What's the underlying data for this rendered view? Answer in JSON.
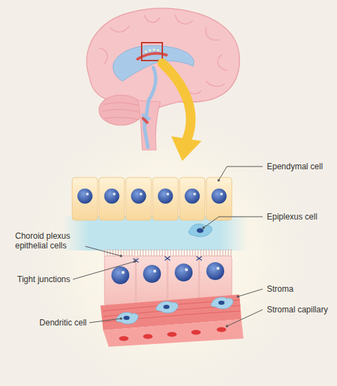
{
  "diagram": {
    "labels": [
      "Ependymal cell",
      "Epiplexus cell",
      "Choroid plexus epithelial cells",
      "Tight junctions",
      "Stroma",
      "Dendritic cell",
      "Stromal capillary"
    ]
  }
}
